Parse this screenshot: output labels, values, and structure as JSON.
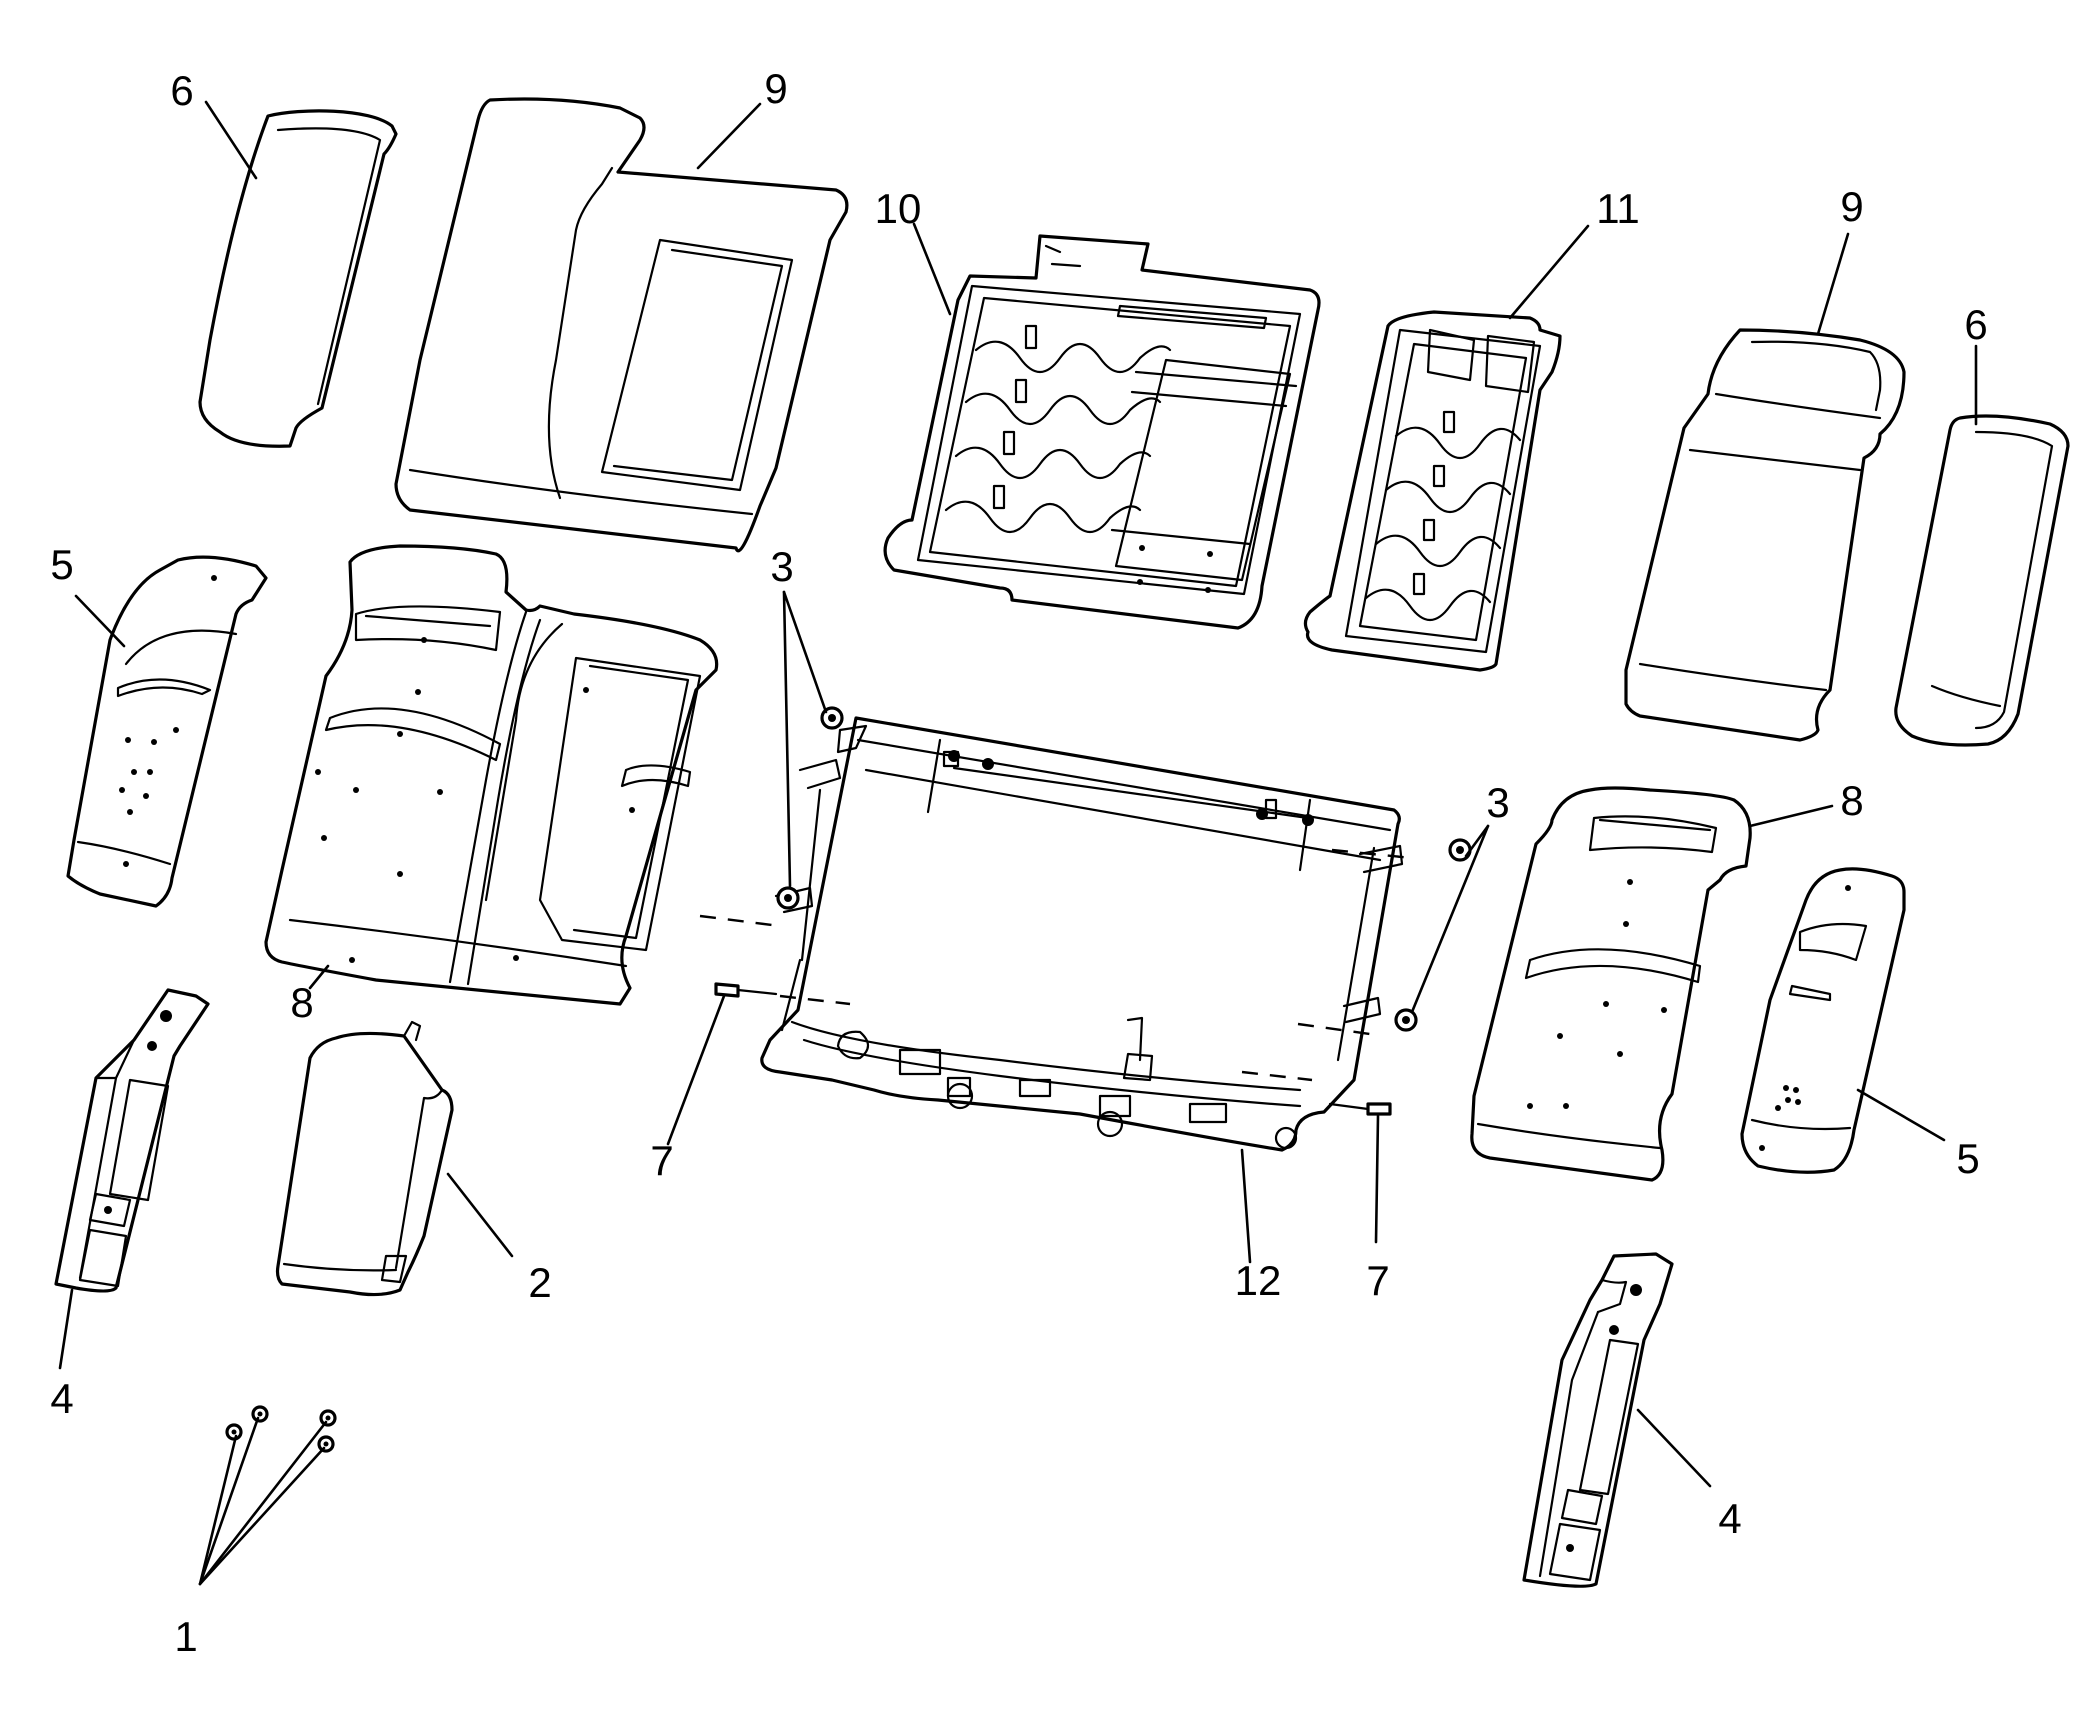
{
  "diagram": {
    "callouts": {
      "c1": "1",
      "c2": "2",
      "c3a": "3",
      "c3b": "3",
      "c4a": "4",
      "c4b": "4",
      "c5a": "5",
      "c5b": "5",
      "c6a": "6",
      "c6b": "6",
      "c7a": "7",
      "c7b": "7",
      "c8a": "8",
      "c8b": "8",
      "c9a": "9",
      "c9b": "9",
      "c10": "10",
      "c11": "11",
      "c12": "12"
    }
  }
}
